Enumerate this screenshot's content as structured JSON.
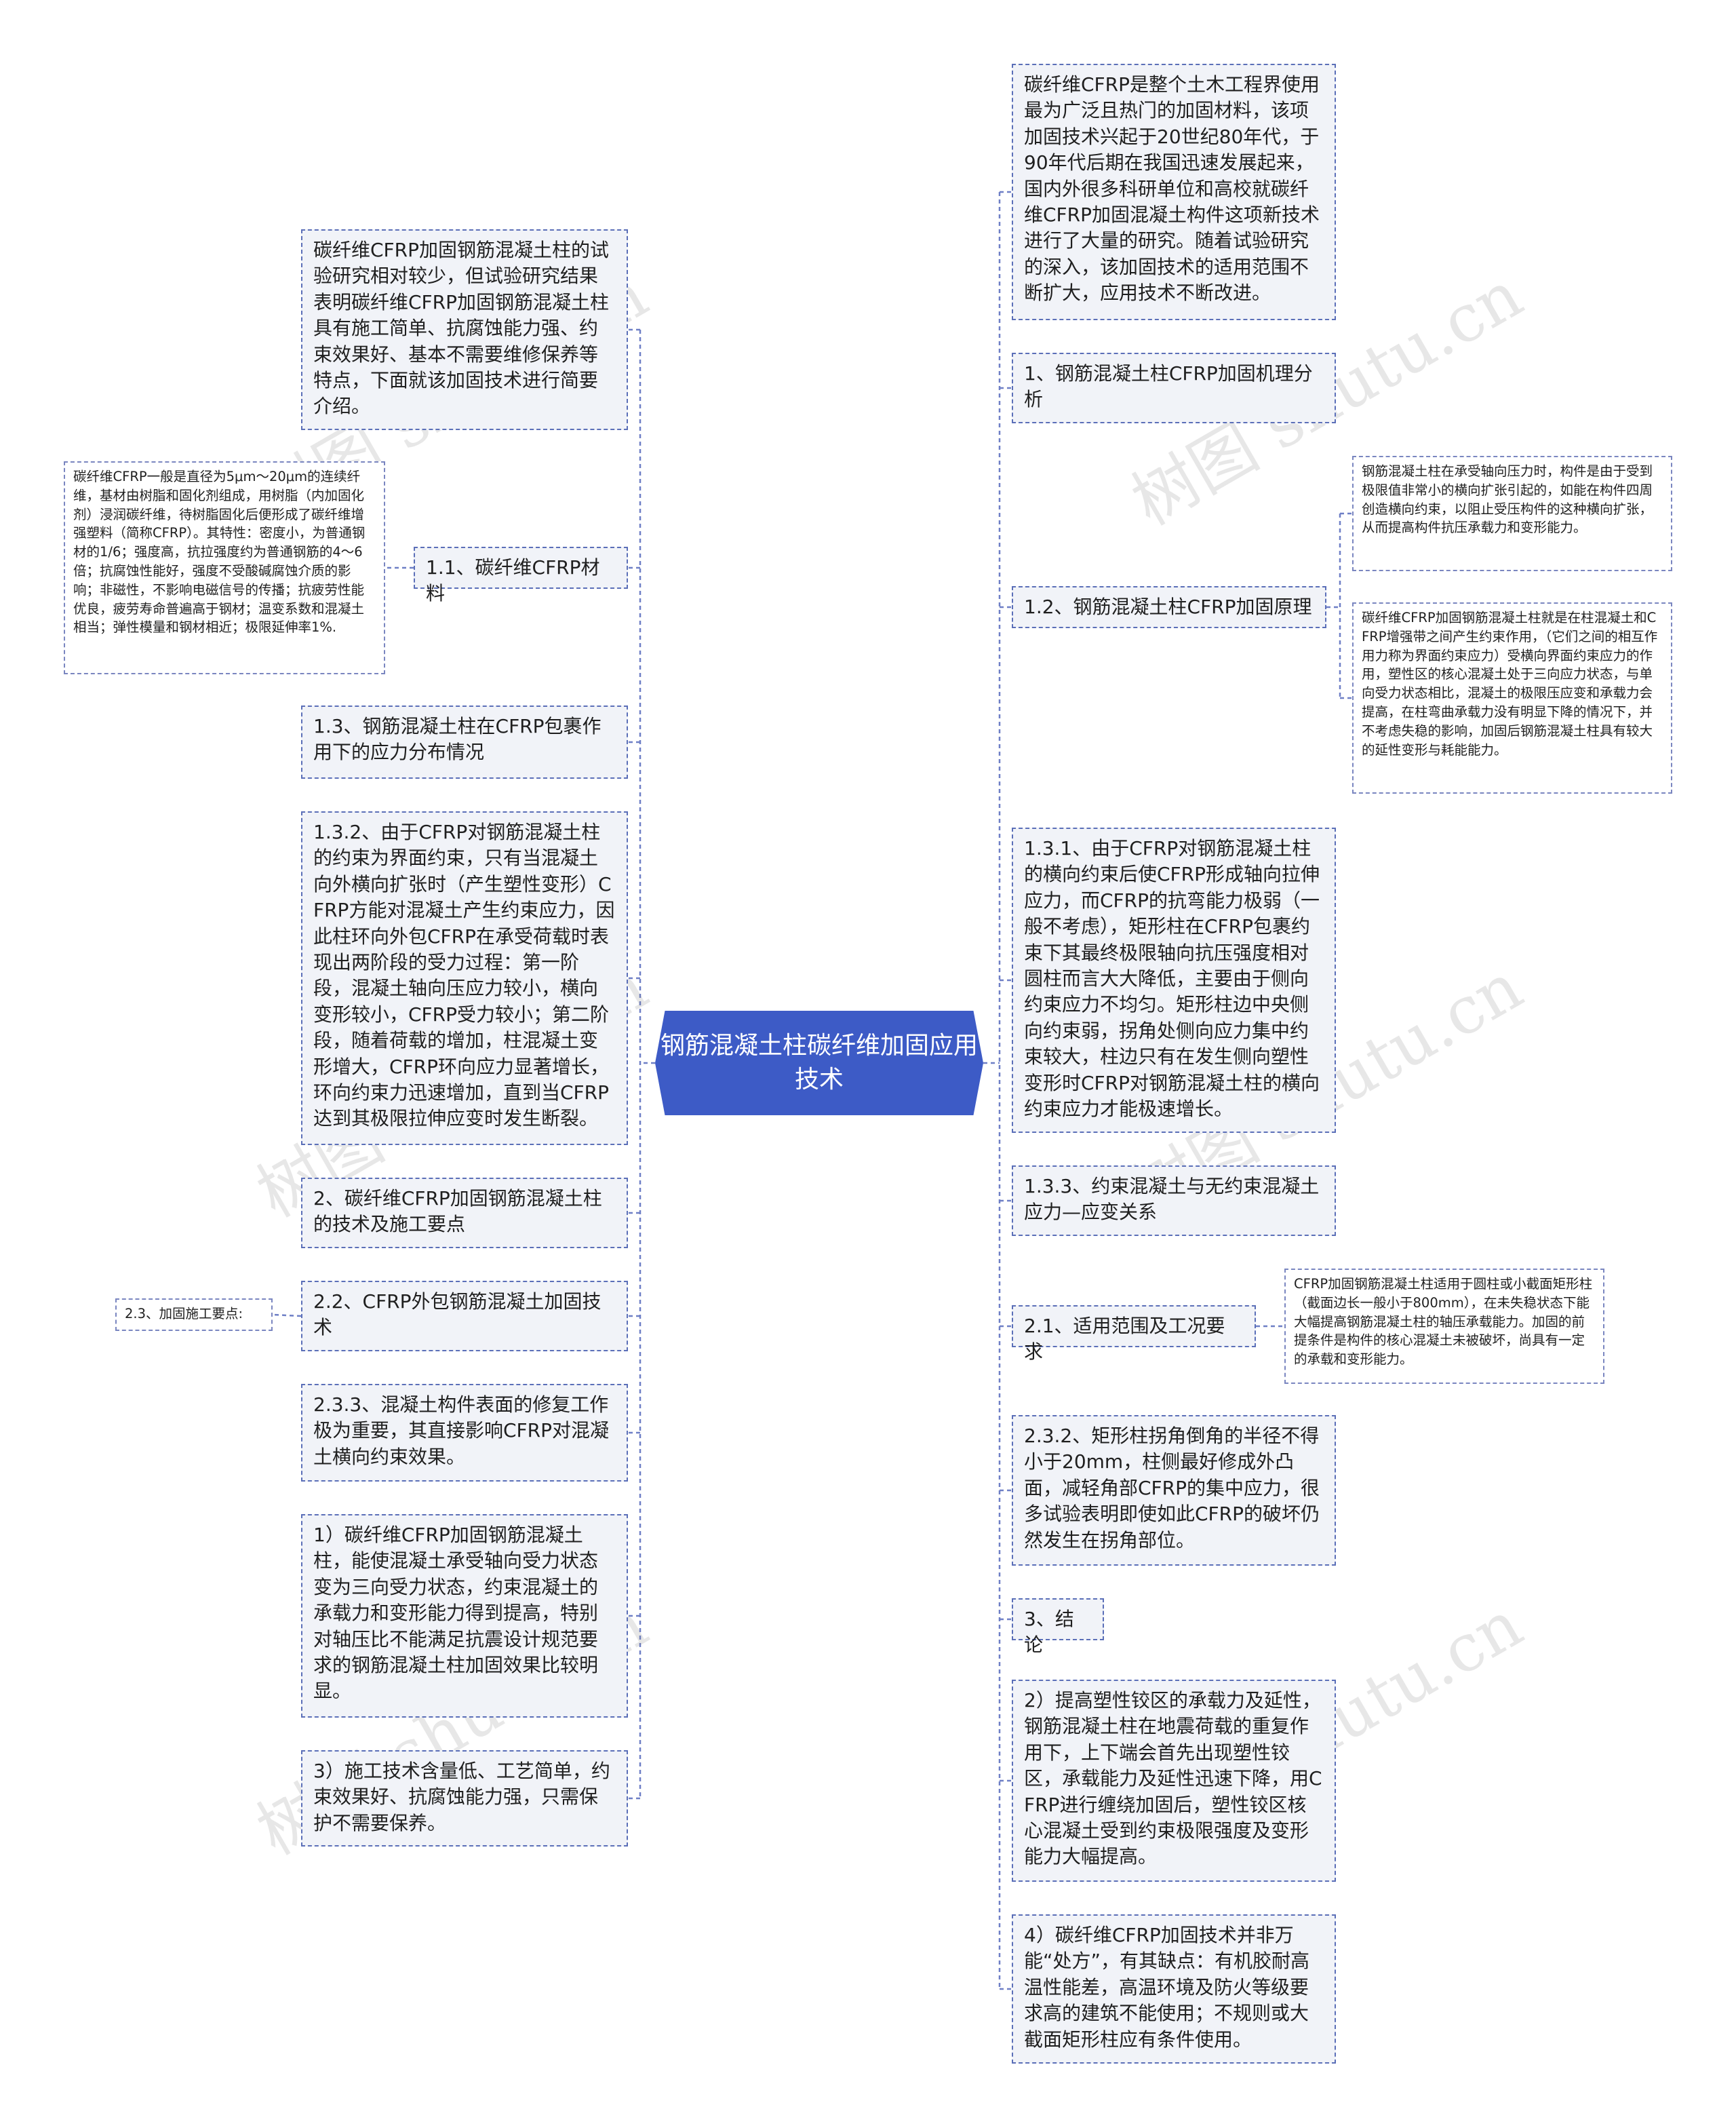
{
  "center": {
    "title": "钢筋混凝土柱碳纤维加固应用技术"
  },
  "watermark": "树图 shutu.cn",
  "colors": {
    "center_fill": "#3d5bc6",
    "node_fill": "#f1f3f8",
    "border": "#5b6fb8",
    "connector": "#6e7fc6"
  },
  "left": [
    {
      "text": "碳纤维CFRP加固钢筋混凝土柱的试验研究相对较少，但试验研究结果表明碳纤维CFRP加固钢筋混凝土柱具有施工简单、抗腐蚀能力强、约束效果好、基本不需要维修保养等特点，下面就该加固技术进行简要介绍。"
    },
    {
      "text": "1.1、碳纤维CFRP材料"
    },
    {
      "text": "1.3、钢筋混凝土柱在CFRP包裹作用下的应力分布情况"
    },
    {
      "text": "1.3.2、由于CFRP对钢筋混凝土柱的约束为界面约束，只有当混凝土向外横向扩张时（产生塑性变形）CFRP方能对混凝土产生约束应力，因此柱环向外包CFRP在承受荷载时表现出两阶段的受力过程：第一阶段，混凝土轴向压应力较小，横向变形较小，CFRP受力较小；第二阶段，随着荷载的增加，柱混凝土变形增大，CFRP环向应力显著增长，环向约束力迅速增加，直到当CFRP达到其极限拉伸应变时发生断裂。"
    },
    {
      "text": "2、碳纤维CFRP加固钢筋混凝土柱的技术及施工要点"
    },
    {
      "text": "2.2、CFRP外包钢筋混凝土加固技术"
    },
    {
      "text": "2.3.3、混凝土构件表面的修复工作极为重要，其直接影响CFRP对混凝土横向约束效果。"
    },
    {
      "text": "1）碳纤维CFRP加固钢筋混凝土柱，能使混凝土承受轴向受力状态变为三向受力状态，约束混凝土的承载力和变形能力得到提高，特别对轴压比不能满足抗震设计规范要求的钢筋混凝土柱加固效果比较明显。"
    },
    {
      "text": "3）施工技术含量低、工艺简单，约束效果好、抗腐蚀能力强，只需保护不需要保养。"
    }
  ],
  "left_sub": [
    {
      "text": "碳纤维CFRP一般是直径为5μm～20μm的连续纤维，基材由树脂和固化剂组成，用树脂（内加固化剂）浸润碳纤维，待树脂固化后便形成了碳纤维增强塑料（简称CFRP）。其特性：密度小，为普通钢材的1/6；强度高，抗拉强度约为普通钢筋的4～6倍；抗腐蚀性能好，强度不受酸碱腐蚀介质的影响；非磁性，不影响电磁信号的传播；抗疲劳性能优良，疲劳寿命普遍高于钢材；温变系数和混凝土相当；弹性模量和钢材相近；极限延伸率1%."
    },
    {
      "text": "2.3、加固施工要点:"
    }
  ],
  "right": [
    {
      "text": "碳纤维CFRP是整个土木工程界使用最为广泛且热门的加固材料，该项加固技术兴起于20世纪80年代，于90年代后期在我国迅速发展起来，国内外很多科研单位和高校就碳纤维CFRP加固混凝土构件这项新技术进行了大量的研究。随着试验研究的深入，该加固技术的适用范围不断扩大，应用技术不断改进。"
    },
    {
      "text": "1、钢筋混凝土柱CFRP加固机理分析"
    },
    {
      "text": "1.2、钢筋混凝土柱CFRP加固原理"
    },
    {
      "text": "1.3.1、由于CFRP对钢筋混凝土柱的横向约束后使CFRP形成轴向拉伸应力，而CFRP的抗弯能力极弱（一般不考虑），矩形柱在CFRP包裹约束下其最终极限轴向抗压强度相对圆柱而言大大降低，主要由于侧向约束应力不均匀。矩形柱边中央侧向约束弱，拐角处侧向应力集中约束较大，柱边只有在发生侧向塑性变形时CFRP对钢筋混凝土柱的横向约束应力才能极速增长。"
    },
    {
      "text": "1.3.3、约束混凝土与无约束混凝土应力—应变关系"
    },
    {
      "text": "2.1、适用范围及工况要求"
    },
    {
      "text": "2.3.2、矩形柱拐角倒角的半径不得小于20mm，柱侧最好修成外凸面，减轻角部CFRP的集中应力，很多试验表明即使如此CFRP的破坏仍然发生在拐角部位。"
    },
    {
      "text": "3、结论"
    },
    {
      "text": "2）提高塑性铰区的承载力及延性，钢筋混凝土柱在地震荷载的重复作用下，上下端会首先出现塑性铰区，承载能力及延性迅速下降，用CFRP进行缠绕加固后，塑性铰区核心混凝土受到约束极限强度及变形能力大幅提高。"
    },
    {
      "text": "4）碳纤维CFRP加固技术并非万能“处方”，有其缺点：有机胶耐高温性能差，高温环境及防火等级要求高的建筑不能使用；不规则或大截面矩形柱应有条件使用。"
    }
  ],
  "right_sub": [
    {
      "text": "钢筋混凝土柱在承受轴向压力时，构件是由于受到极限值非常小的横向扩张引起的，如能在构件四周创造横向约束，以阻止受压构件的这种横向扩张，从而提高构件抗压承载力和变形能力。"
    },
    {
      "text": "碳纤维CFRP加固钢筋混凝土柱就是在柱混凝土和CFRP增强带之间产生约束作用，（它们之间的相互作用力称为界面约束应力）受横向界面约束应力的作用，塑性区的核心混凝土处于三向应力状态，与单向受力状态相比，混凝土的极限压应变和承载力会提高，在柱弯曲承载力没有明显下降的情况下，并不考虑失稳的影响，加固后钢筋混凝土柱具有较大的延性变形与耗能能力。"
    },
    {
      "text": "CFRP加固钢筋混凝土柱适用于圆柱或小截面矩形柱（截面边长一般小于800mm），在未失稳状态下能大幅提高钢筋混凝土柱的轴压承载能力。加固的前提条件是构件的核心混凝土未被破坏，尚具有一定的承载和变形能力。"
    }
  ]
}
